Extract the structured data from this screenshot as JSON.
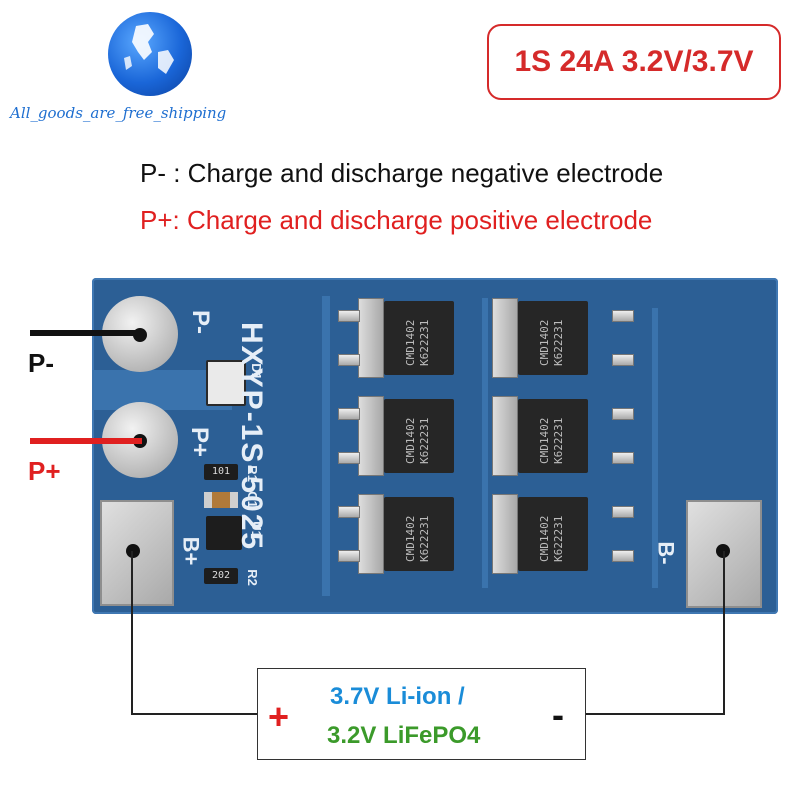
{
  "header": {
    "shop_text": "All_goods_are_free_shipping",
    "spec_label": "1S 24A 3.2V/3.7V"
  },
  "descriptions": {
    "p_minus": "P- : Charge and discharge negative electrode",
    "p_plus": "P+: Charge and discharge positive electrode"
  },
  "wires": {
    "p_minus_label": "P-",
    "p_plus_label": "P+"
  },
  "pcb": {
    "model": "HXYP-1S-5025",
    "pad_p_minus": "P-",
    "pad_p_plus": "P+",
    "pad_b_plus": "B+",
    "pad_b_minus": "B-",
    "d1": "D1",
    "r1": "R1",
    "c1": "C1",
    "u1": "U1",
    "r2": "R2",
    "r1_value": "101",
    "r2_value": "202",
    "mosfet_line1": "CMD1402",
    "mosfet_line2": "K622231"
  },
  "battery": {
    "line1": "3.7V Li-ion /",
    "line2": "3.2V LiFePO4",
    "plus": "+",
    "minus": "-"
  },
  "colors": {
    "accent_red": "#d52a2a",
    "pcb_blue": "#2c5f95",
    "liion_blue": "#1a8cd8",
    "lifepo4_green": "#3b9a2a"
  }
}
